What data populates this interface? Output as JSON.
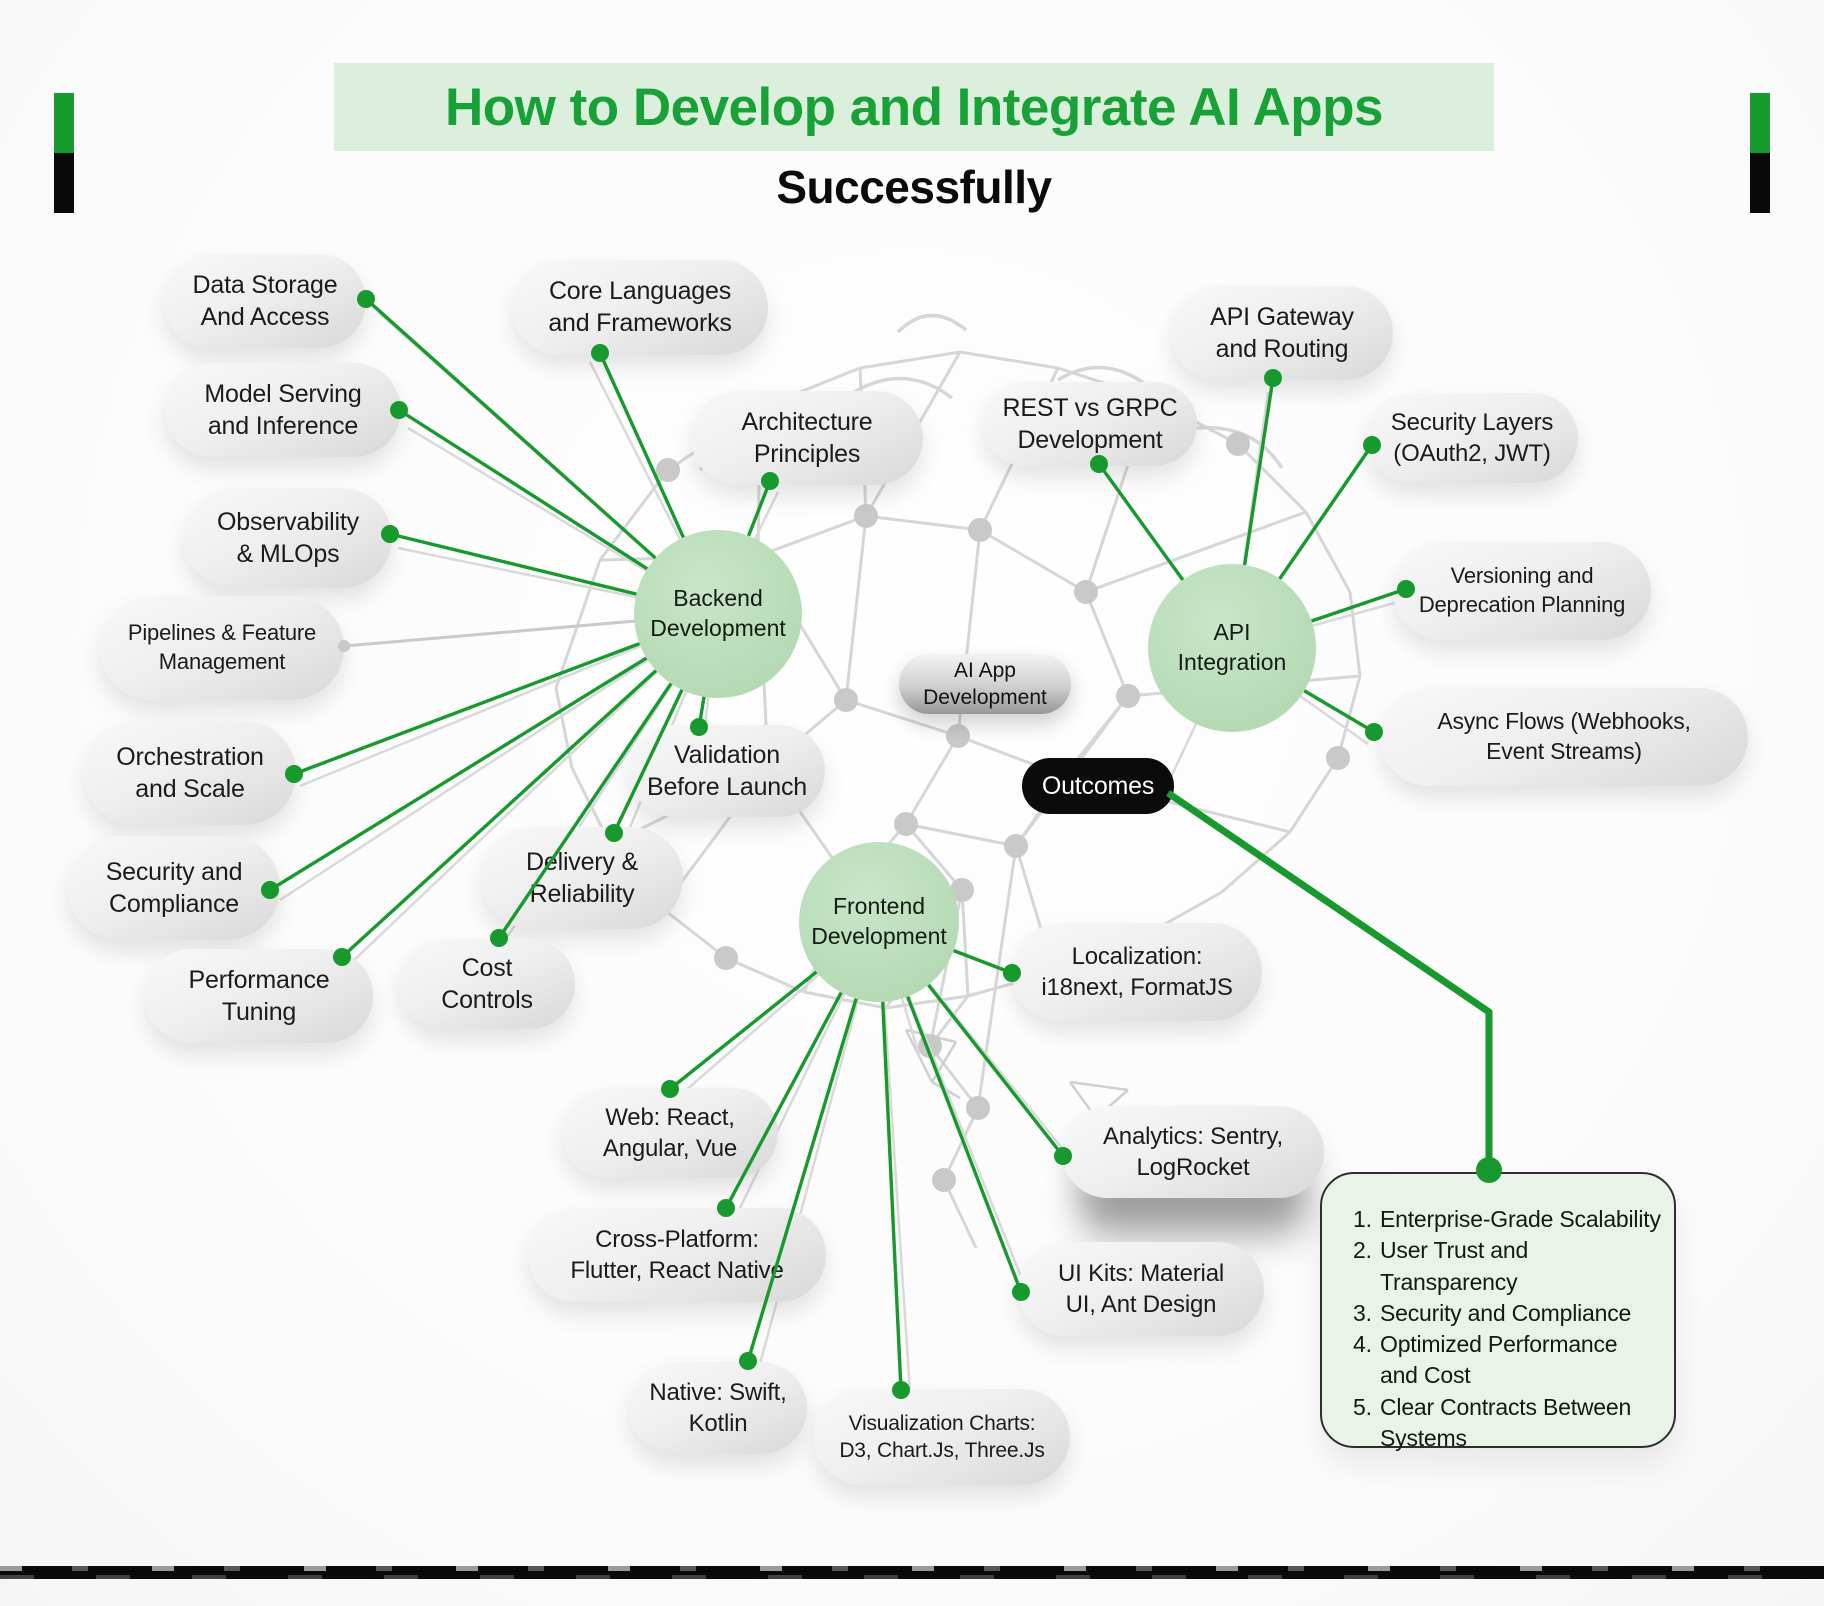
{
  "title": {
    "highlight": "How to Develop and Integrate AI Apps",
    "subtitle": "Successfully"
  },
  "center": {
    "label": "AI App\nDevelopment"
  },
  "outcomes_pill": {
    "label": "Outcomes"
  },
  "outcomes_box": {
    "items": [
      "Enterprise-Grade Scalability",
      "User Trust and Transparency",
      "Security and Compliance",
      "Optimized Performance\nand Cost",
      "Clear Contracts Between\nSystems"
    ]
  },
  "hubs": [
    {
      "id": "backend",
      "label": "Backend\nDevelopment",
      "children": [
        {
          "id": "data-storage",
          "label": "Data Storage\nAnd Access"
        },
        {
          "id": "core-languages",
          "label": "Core Languages\nand Frameworks"
        },
        {
          "id": "model-serving",
          "label": "Model Serving\nand Inference"
        },
        {
          "id": "observability",
          "label": "Observability\n& MLOps"
        },
        {
          "id": "pipelines",
          "label": "Pipelines & Feature\nManagement"
        },
        {
          "id": "orchestration",
          "label": "Orchestration\nand Scale"
        },
        {
          "id": "security-compliance",
          "label": "Security and\nCompliance"
        },
        {
          "id": "performance-tuning",
          "label": "Performance\nTuning"
        },
        {
          "id": "architecture",
          "label": "Architecture\nPrinciples"
        },
        {
          "id": "validation",
          "label": "Validation\nBefore Launch"
        },
        {
          "id": "delivery",
          "label": "Delivery &\nReliability"
        },
        {
          "id": "cost-controls",
          "label": "Cost\nControls"
        }
      ]
    },
    {
      "id": "api",
      "label": "API\nIntegration",
      "children": [
        {
          "id": "api-gateway",
          "label": "API Gateway\nand Routing"
        },
        {
          "id": "rest-grpc",
          "label": "REST vs GRPC\nDevelopment"
        },
        {
          "id": "security-layers",
          "label": "Security Layers\n(OAuth2, JWT)"
        },
        {
          "id": "versioning",
          "label": "Versioning and\nDeprecation Planning"
        },
        {
          "id": "async-flows",
          "label": "Async Flows (Webhooks,\nEvent Streams)"
        }
      ]
    },
    {
      "id": "frontend",
      "label": "Frontend\nDevelopment",
      "children": [
        {
          "id": "web",
          "label": "Web: React,\nAngular, Vue"
        },
        {
          "id": "cross-platform",
          "label": "Cross-Platform:\nFlutter, React Native"
        },
        {
          "id": "native",
          "label": "Native: Swift,\nKotlin"
        },
        {
          "id": "localization",
          "label": "Localization:\ni18next, FormatJS"
        },
        {
          "id": "analytics",
          "label": "Analytics: Sentry,\nLogRocket"
        },
        {
          "id": "ui-kits",
          "label": "UI Kits: Material\nUI, Ant Design"
        },
        {
          "id": "visualization",
          "label": "Visualization Charts:\nD3, Chart.Js, Three.Js"
        }
      ]
    }
  ],
  "colors": {
    "accent_green": "#17992d",
    "light_green_fill": "#b4dab4",
    "title_green": "#17a137",
    "title_highlight_bg": "#dcefdc",
    "outcomes_pill_bg": "#0b0b0b",
    "outcome_box_bg": "#e9f3e8",
    "pill_ink": "#1b1b1b",
    "mesh_gray": "#d6d6d6"
  }
}
